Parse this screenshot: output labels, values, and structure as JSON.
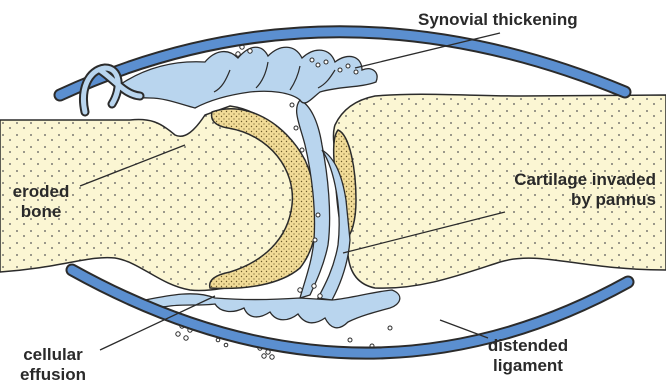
{
  "labels": {
    "synovial_thickening": "Synovial thickening",
    "eroded_bone_line1": "eroded",
    "eroded_bone_line2": "bone",
    "cartilage_line1": "Cartilage invaded",
    "cartilage_line2": "by pannus",
    "cellular_line1": "cellular",
    "cellular_line2": "effusion",
    "distended_line1": "distended",
    "distended_line2": "ligament"
  },
  "colors": {
    "capsule_blue": "#5b8fd0",
    "synovium_fill": "#b9d5ee",
    "bone_fill": "#fbf6d3",
    "cartilage_fill": "#f2dc98",
    "outline": "#2b2b2b"
  }
}
